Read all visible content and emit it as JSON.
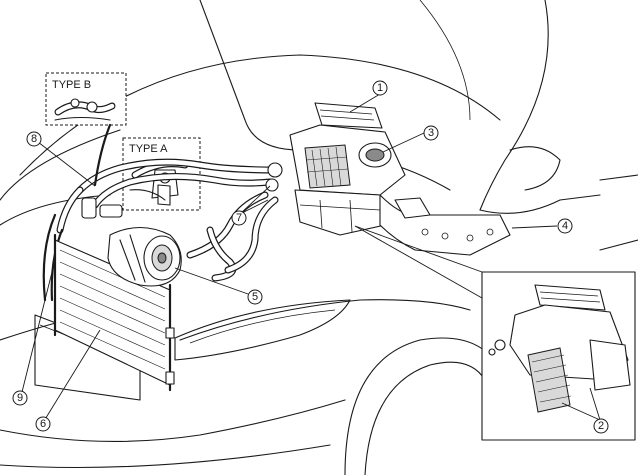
{
  "labels": {
    "type_a": "TYPE A",
    "type_b": "TYPE B"
  },
  "callouts": [
    "1",
    "2",
    "3",
    "4",
    "5",
    "6",
    "7",
    "8",
    "9"
  ]
}
